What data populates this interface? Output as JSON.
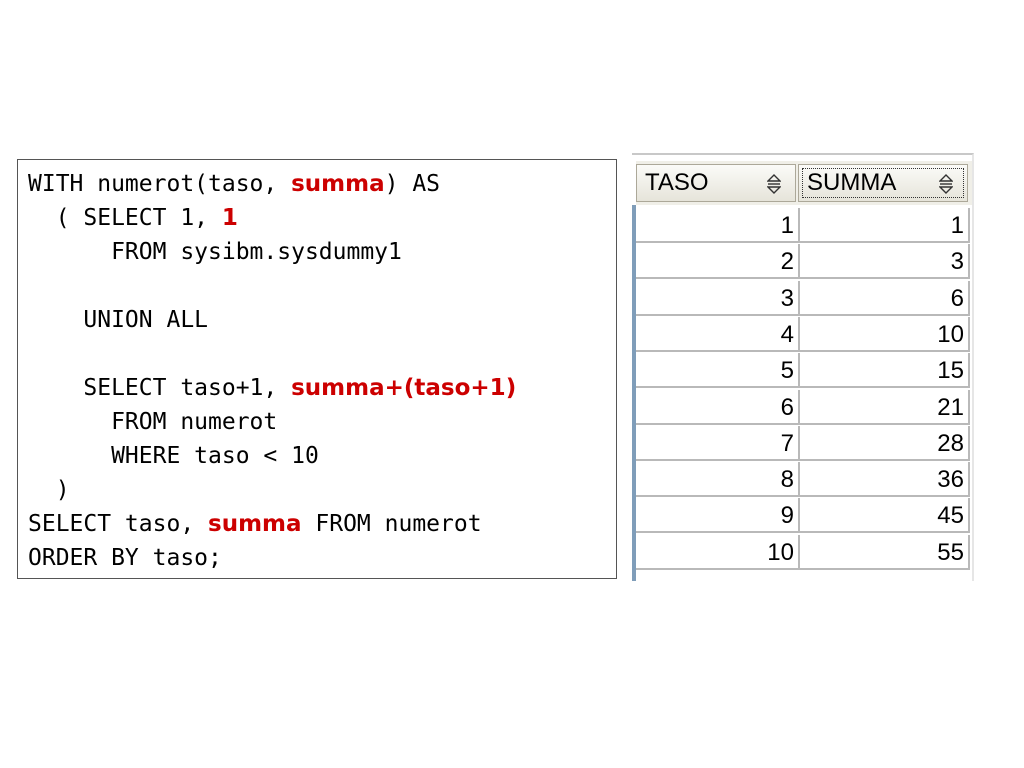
{
  "sql_editor": {
    "lines": [
      [
        {
          "t": "WITH numerot(taso, ",
          "h": false
        },
        {
          "t": "summa",
          "h": true
        },
        {
          "t": ") AS",
          "h": false
        }
      ],
      [
        {
          "t": "  ( SELECT 1, ",
          "h": false
        },
        {
          "t": "1",
          "h": true
        }
      ],
      [
        {
          "t": "      FROM sysibm.sysdummy1",
          "h": false
        }
      ],
      [
        {
          "t": "",
          "h": false
        }
      ],
      [
        {
          "t": "    UNION ALL",
          "h": false
        }
      ],
      [
        {
          "t": "",
          "h": false
        }
      ],
      [
        {
          "t": "    SELECT taso+1, ",
          "h": false
        },
        {
          "t": "summa+(taso+1)",
          "h": true
        }
      ],
      [
        {
          "t": "      FROM numerot",
          "h": false
        }
      ],
      [
        {
          "t": "      WHERE taso < 10",
          "h": false
        }
      ],
      [
        {
          "t": "  )",
          "h": false
        }
      ],
      [
        {
          "t": "SELECT taso, ",
          "h": false
        },
        {
          "t": "summa",
          "h": true
        },
        {
          "t": " FROM numerot",
          "h": false
        }
      ],
      [
        {
          "t": "ORDER BY taso;",
          "h": false
        }
      ]
    ],
    "highlight_color": "#cc0000"
  },
  "result_grid": {
    "columns": [
      {
        "label": "TASO",
        "icon": "sort-icon"
      },
      {
        "label": "SUMMA",
        "icon": "sort-icon"
      }
    ],
    "rows": [
      [
        "1",
        "1"
      ],
      [
        "2",
        "3"
      ],
      [
        "3",
        "6"
      ],
      [
        "4",
        "10"
      ],
      [
        "5",
        "15"
      ],
      [
        "6",
        "21"
      ],
      [
        "7",
        "28"
      ],
      [
        "8",
        "36"
      ],
      [
        "9",
        "45"
      ],
      [
        "10",
        "55"
      ]
    ]
  }
}
